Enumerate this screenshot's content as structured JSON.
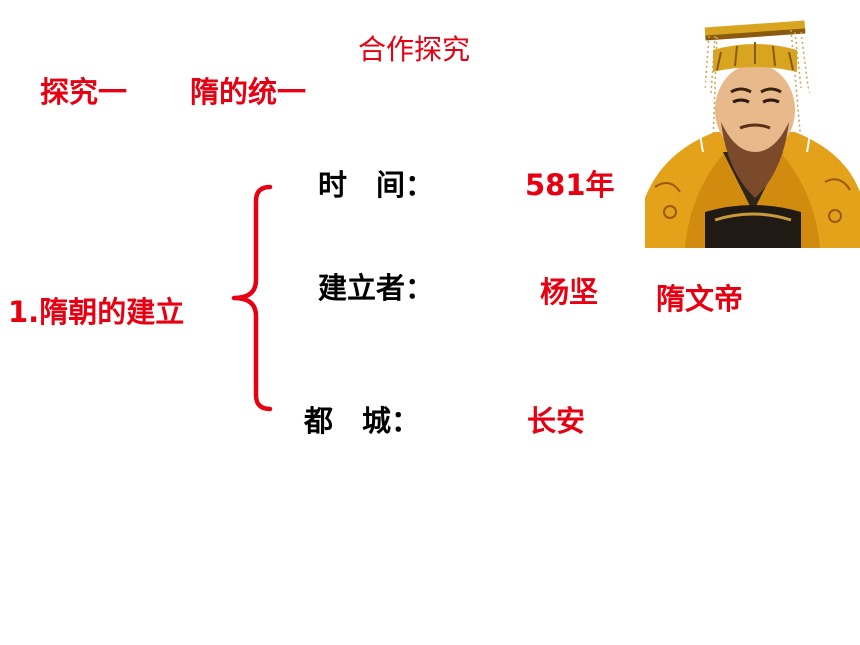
{
  "title": "合作探究",
  "section": {
    "label": "探究一",
    "topic": "隋的统一"
  },
  "item": {
    "label": "1.隋朝的建立",
    "rows": [
      {
        "key": "时　间：",
        "value": "581年"
      },
      {
        "key": "建立者：",
        "value": "杨坚"
      },
      {
        "key": "都　城：",
        "value": "长安"
      }
    ],
    "note": "隋文帝"
  },
  "colors": {
    "red": "#e60012",
    "black": "#000000"
  },
  "image": {
    "icon": "emperor-portrait-icon"
  }
}
